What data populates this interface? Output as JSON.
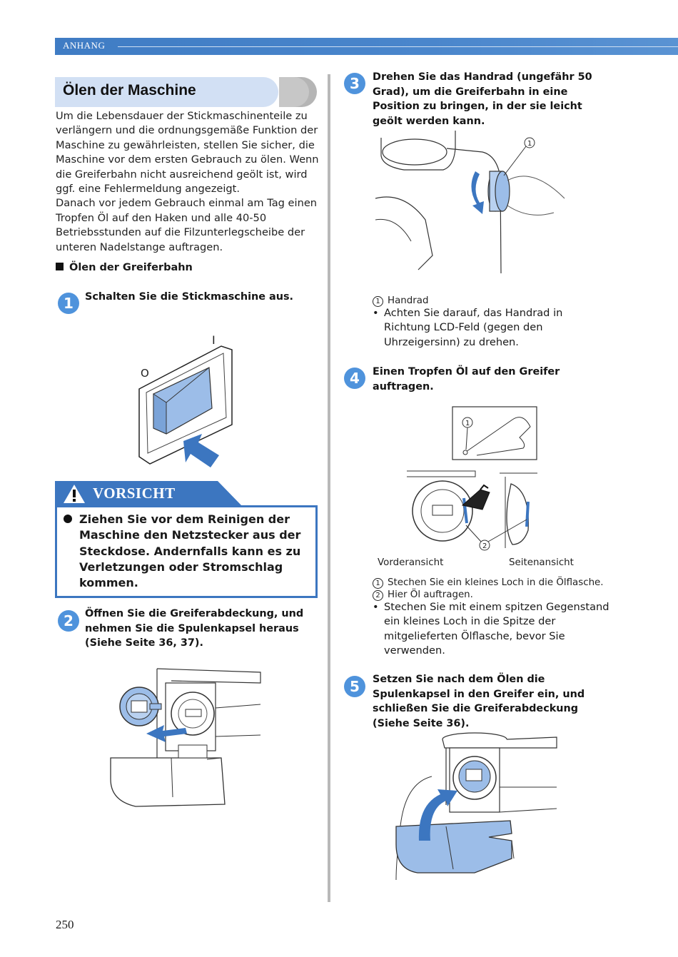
{
  "header": {
    "label": "ANHANG"
  },
  "section": {
    "title": "Ölen der Maschine"
  },
  "intro": {
    "paragraph1": "Um die Lebensdauer der Stickmaschinenteile zu verlängern und die ordnungsgemäße Funktion der Maschine zu gewährleisten, stellen Sie sicher, die Maschine vor dem ersten Gebrauch zu ölen. Wenn die Greiferbahn nicht ausreichend geölt ist, wird ggf. eine Fehlermeldung angezeigt.",
    "paragraph2": "Danach vor jedem Gebrauch einmal am Tag einen Tropfen Öl auf den Haken und alle 40-50 Betriebsstunden auf die Filzunterlegscheibe der unteren Nadelstange auftragen."
  },
  "subheading": "Ölen der Greiferbahn",
  "steps": [
    {
      "num": "1",
      "text": "Schalten Sie die Stickmaschine aus."
    },
    {
      "num": "2",
      "text": "Öffnen Sie die Greiferabdeckung, und nehmen Sie die Spulenkapsel heraus (Siehe Seite 36, 37)."
    },
    {
      "num": "3",
      "text": "Drehen Sie das Handrad (ungefähr 50 Grad), um die Greiferbahn in eine Position zu bringen, in der sie leicht geölt werden kann."
    },
    {
      "num": "4",
      "text": "Einen Tropfen Öl auf den Greifer auftragen."
    },
    {
      "num": "5",
      "text": "Setzen Sie nach dem Ölen die Spulenkapsel in den Greifer ein, und schließen Sie die Greiferabdeckung (Siehe Seite 36)."
    }
  ],
  "switch_labels": {
    "on": "I",
    "off": "O"
  },
  "caution": {
    "title": "VORSICHT",
    "text": "Ziehen Sie vor dem Reinigen der Maschine den Netzstecker aus der Steckdose. Andernfalls kann es zu Verletzungen oder Stromschlag kommen."
  },
  "step3_notes": {
    "legend1_num": "1",
    "legend1": "Handrad",
    "bullet": "Achten Sie darauf, das Handrad in Richtung LCD-Feld (gegen den Uhrzeigersinn) zu drehen."
  },
  "step4_notes": {
    "view_front": "Vorderansicht",
    "view_side": "Seitenansicht",
    "legend1_num": "1",
    "legend1": "Stechen Sie ein kleines Loch in die Ölflasche.",
    "legend2_num": "2",
    "legend2": "Hier Öl auftragen.",
    "bullet": "Stechen Sie mit einem spitzen Gegenstand ein kleines Loch in die Spitze der mitgelieferten Ölflasche, bevor Sie verwenden."
  },
  "page_number": "250",
  "colors": {
    "accent": "#3c76c0",
    "step_circle": "#4f93dc",
    "title_bg": "#d2e0f4",
    "figure_blue": "#9cbde8"
  }
}
